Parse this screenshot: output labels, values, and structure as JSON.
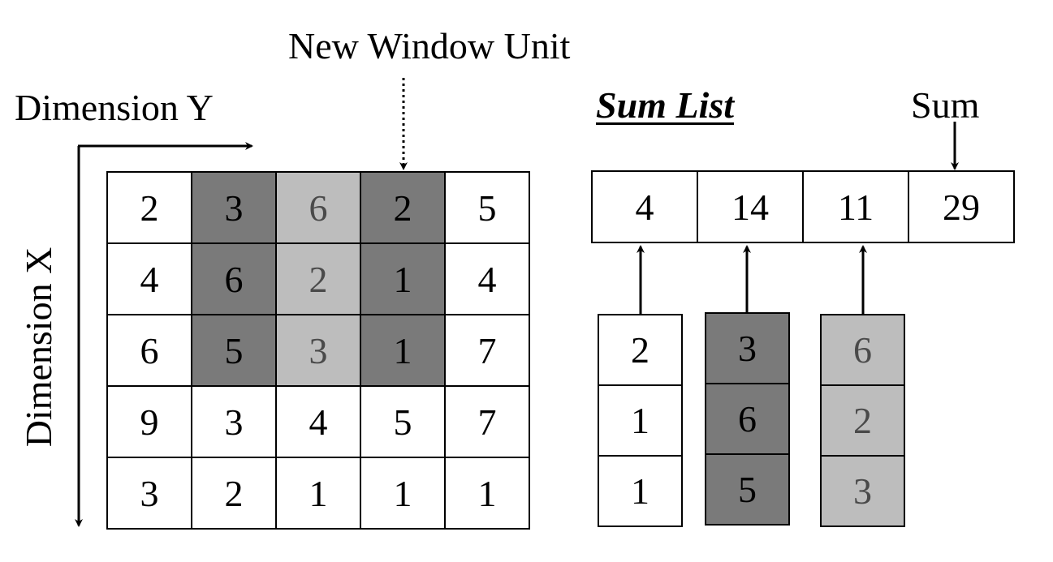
{
  "labels": {
    "new_window_unit": "New Window Unit",
    "dimension_y": "Dimension Y",
    "dimension_x": "Dimension X",
    "sum_list": "Sum List",
    "sum": "Sum"
  },
  "colors": {
    "dark_cell": "#7a7a7a",
    "light_cell": "#bdbdbd",
    "white_cell": "#ffffff"
  },
  "grid": {
    "rows": [
      [
        {
          "v": "2",
          "s": "white"
        },
        {
          "v": "3",
          "s": "dark"
        },
        {
          "v": "6",
          "s": "light"
        },
        {
          "v": "2",
          "s": "dark"
        },
        {
          "v": "5",
          "s": "white"
        }
      ],
      [
        {
          "v": "4",
          "s": "white"
        },
        {
          "v": "6",
          "s": "dark"
        },
        {
          "v": "2",
          "s": "light"
        },
        {
          "v": "1",
          "s": "dark"
        },
        {
          "v": "4",
          "s": "white"
        }
      ],
      [
        {
          "v": "6",
          "s": "white"
        },
        {
          "v": "5",
          "s": "dark"
        },
        {
          "v": "3",
          "s": "light"
        },
        {
          "v": "1",
          "s": "dark"
        },
        {
          "v": "7",
          "s": "white"
        }
      ],
      [
        {
          "v": "9",
          "s": "white"
        },
        {
          "v": "3",
          "s": "white"
        },
        {
          "v": "4",
          "s": "white"
        },
        {
          "v": "5",
          "s": "white"
        },
        {
          "v": "7",
          "s": "white"
        }
      ],
      [
        {
          "v": "3",
          "s": "white"
        },
        {
          "v": "2",
          "s": "white"
        },
        {
          "v": "1",
          "s": "white"
        },
        {
          "v": "1",
          "s": "white"
        },
        {
          "v": "1",
          "s": "white"
        }
      ]
    ]
  },
  "sum_list": [
    "4",
    "14",
    "11",
    "29"
  ],
  "columns": {
    "white": [
      "2",
      "1",
      "1"
    ],
    "dark": [
      "3",
      "6",
      "5"
    ],
    "light": [
      "6",
      "2",
      "3"
    ]
  }
}
